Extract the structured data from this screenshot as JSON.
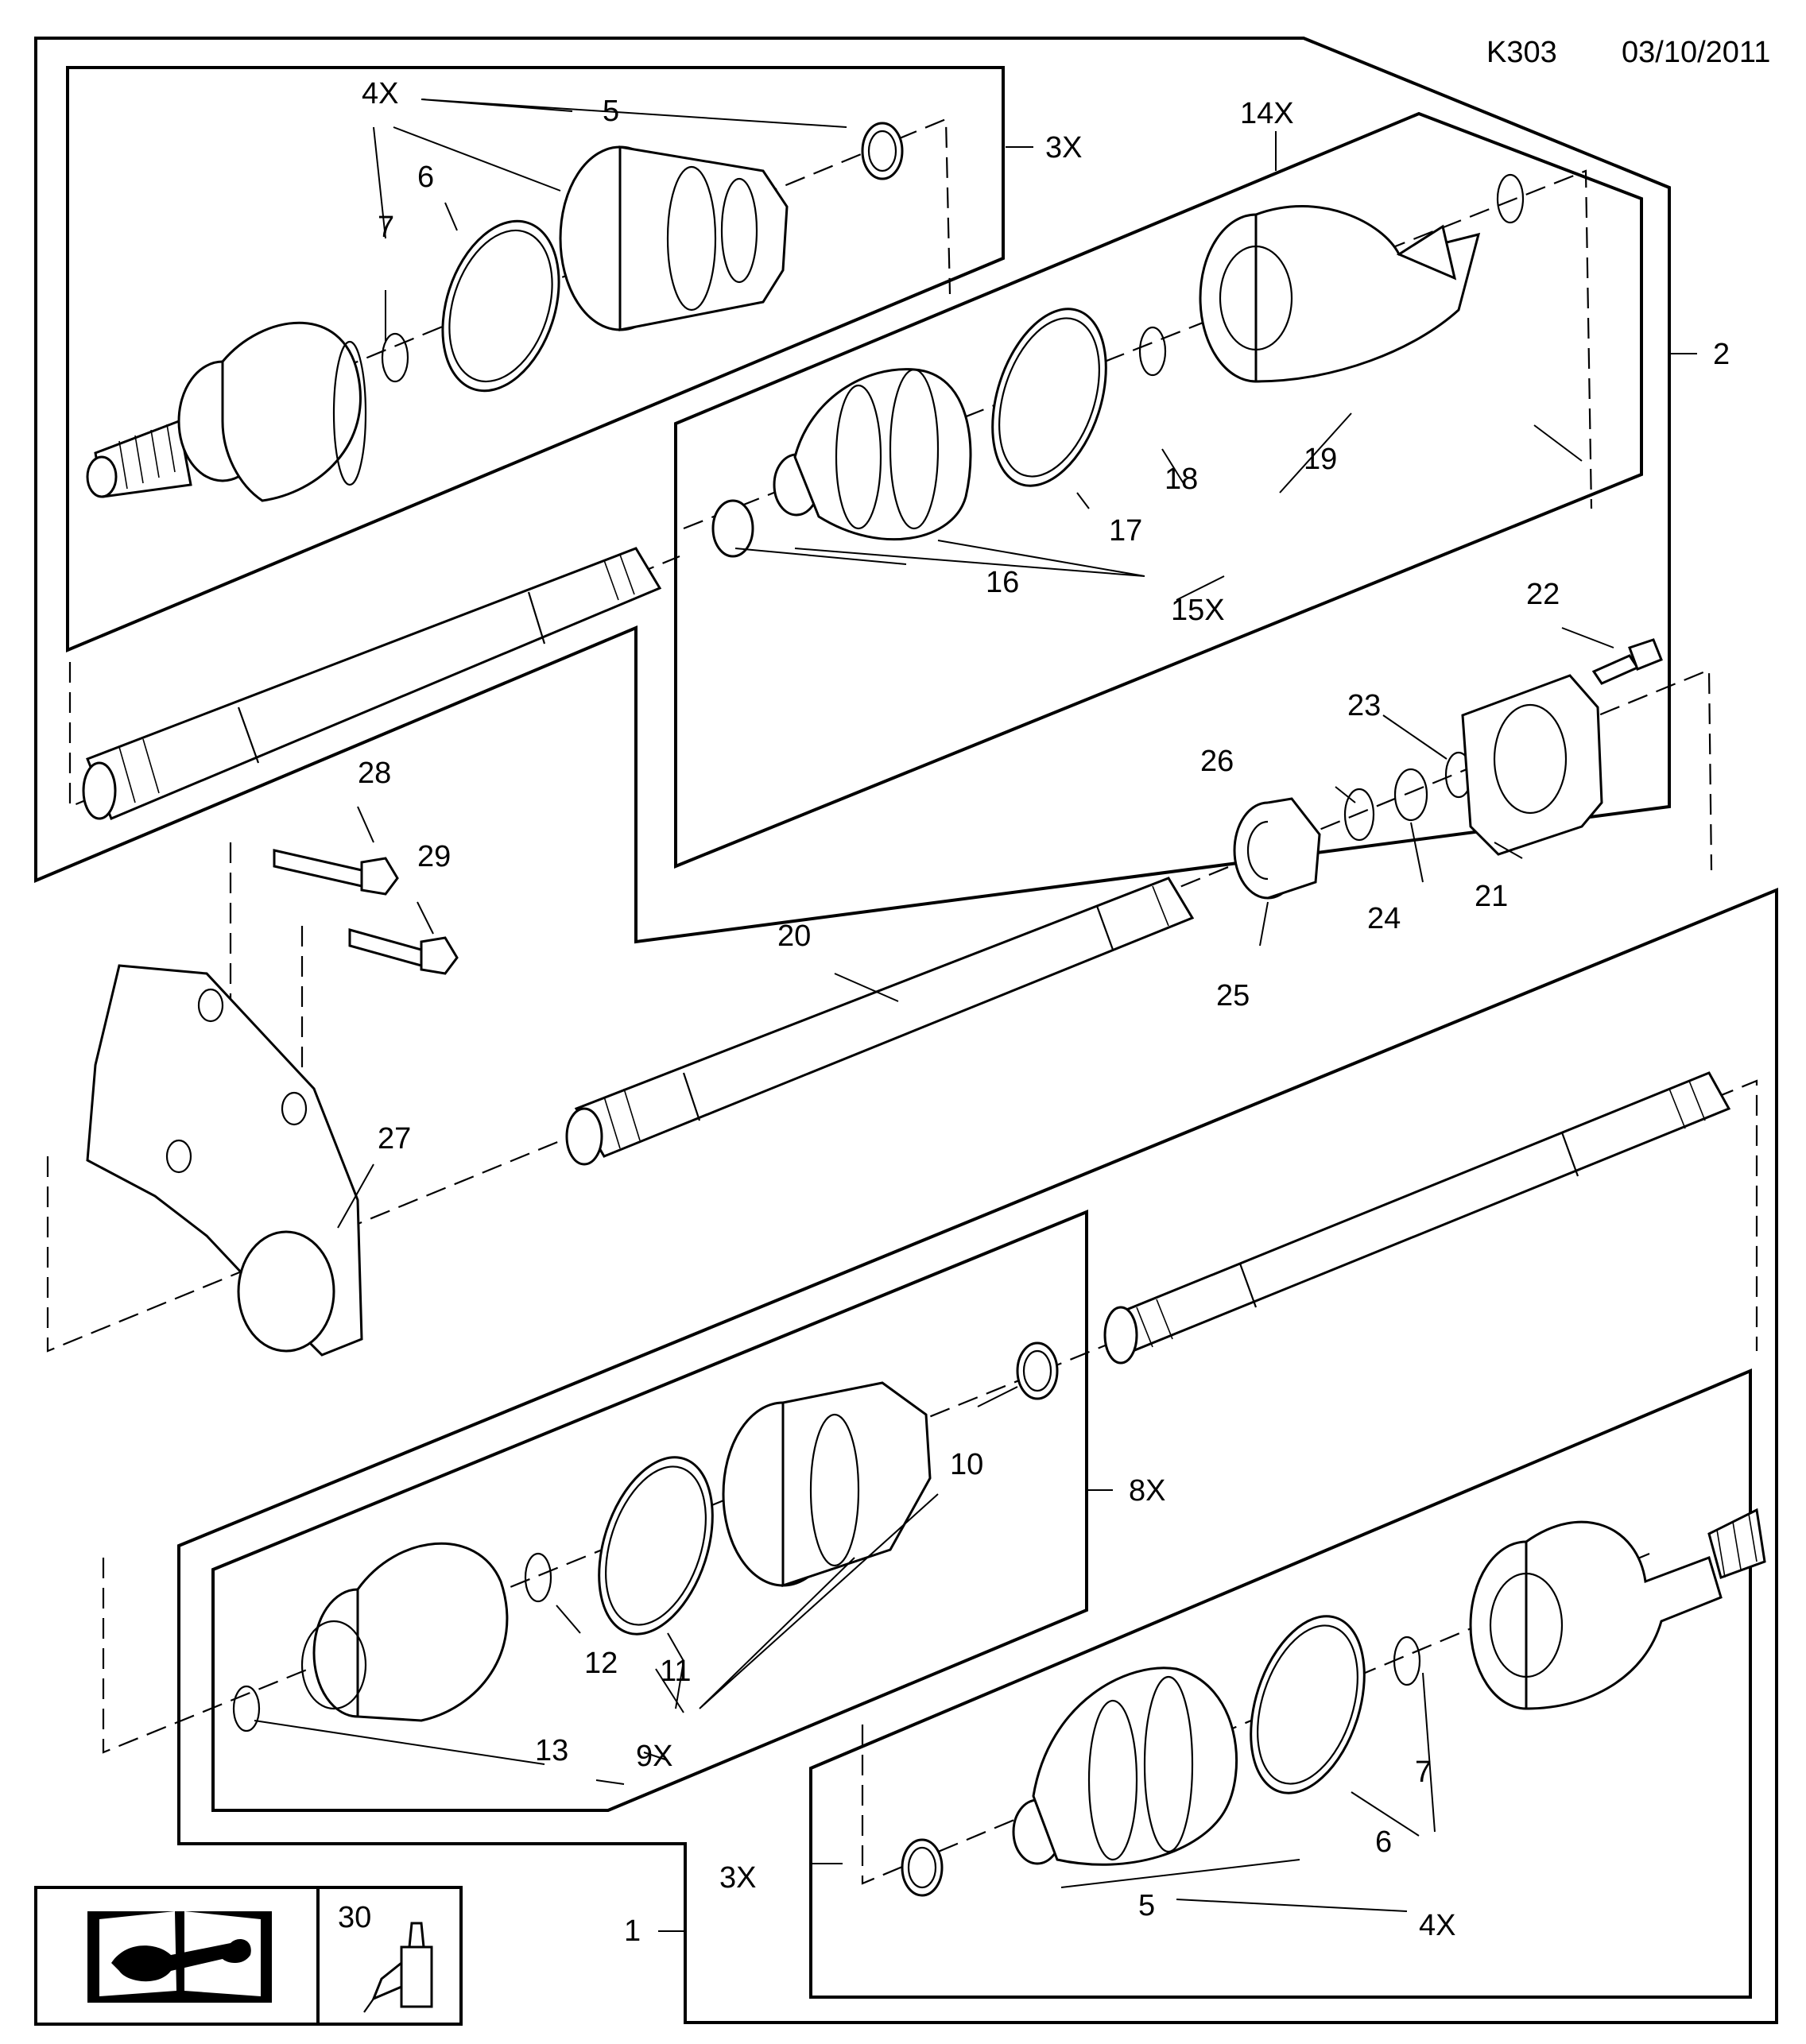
{
  "header": {
    "code": "K303",
    "date": "03/10/2011"
  },
  "callouts": {
    "c1": "1",
    "c2": "2",
    "c3x_top": "3X",
    "c3x_bottom": "3X",
    "c4x_top": "4X",
    "c4x_bottom": "4X",
    "c5_top": "5",
    "c5_bottom": "5",
    "c6_top": "6",
    "c6_bottom": "6",
    "c7_top": "7",
    "c7_bottom": "7",
    "c8x": "8X",
    "c9x": "9X",
    "c10": "10",
    "c11": "11",
    "c12": "12",
    "c13": "13",
    "c14x": "14X",
    "c15x": "15X",
    "c16": "16",
    "c17": "17",
    "c18": "18",
    "c19": "19",
    "c20": "20",
    "c21": "21",
    "c22": "22",
    "c23": "23",
    "c24": "24",
    "c25": "25",
    "c26": "26",
    "c27": "27",
    "c28": "28",
    "c29": "29",
    "c30": "30"
  },
  "legend": {
    "manual_icon": "repair-manual-icon",
    "grease_icon": "grease-tube-icon"
  }
}
